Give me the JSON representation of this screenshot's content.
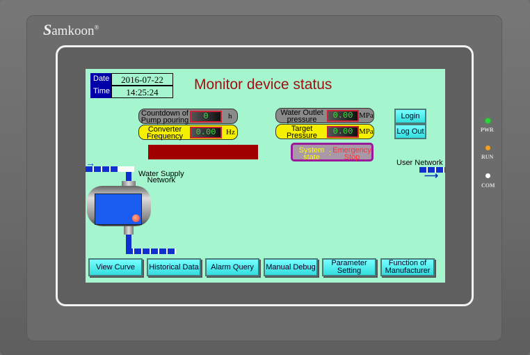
{
  "brand": "Samkoon",
  "leds": [
    {
      "label": "PWR",
      "color": "#22dd33"
    },
    {
      "label": "RUN",
      "color": "#f5a020"
    },
    {
      "label": "COM",
      "color": "#ffffff"
    }
  ],
  "screen": {
    "date_label": "Date",
    "date_value": "2016-07-22",
    "time_label": "Time",
    "time_value": "14:25:24",
    "title": "Monitor device status",
    "countdown": {
      "label_1": "Countdown of",
      "label_2": "Pump pouring",
      "value": "0",
      "unit": "h"
    },
    "frequency": {
      "label_1": "Converter",
      "label_2": "Frequency",
      "value": "0.00",
      "unit": "Hz"
    },
    "outlet": {
      "label_1": "Water Outlet",
      "label_2": "pressure",
      "value": "0.00",
      "unit": "MPa"
    },
    "target": {
      "label_1": "Target",
      "label_2": "Pressure",
      "value": "0.00",
      "unit": "MPa"
    },
    "system_state": {
      "label_1": "System",
      "label_2": "state",
      "sep": ":",
      "value_1": "Emergency",
      "value_2": "Stop"
    },
    "login": "Login",
    "logout": "Log Out",
    "water_supply_1": "Water Supply",
    "water_supply_2": "Network",
    "user_network": "User Network",
    "buttons": [
      {
        "l1": "View Curve"
      },
      {
        "l1": "Historical Data"
      },
      {
        "l1": "Alarm Query"
      },
      {
        "l1": "Manual Debug"
      },
      {
        "l1": "Parameter",
        "l2": "Setting"
      },
      {
        "l1": "Function of",
        "l2": "Manufacturer"
      }
    ]
  }
}
